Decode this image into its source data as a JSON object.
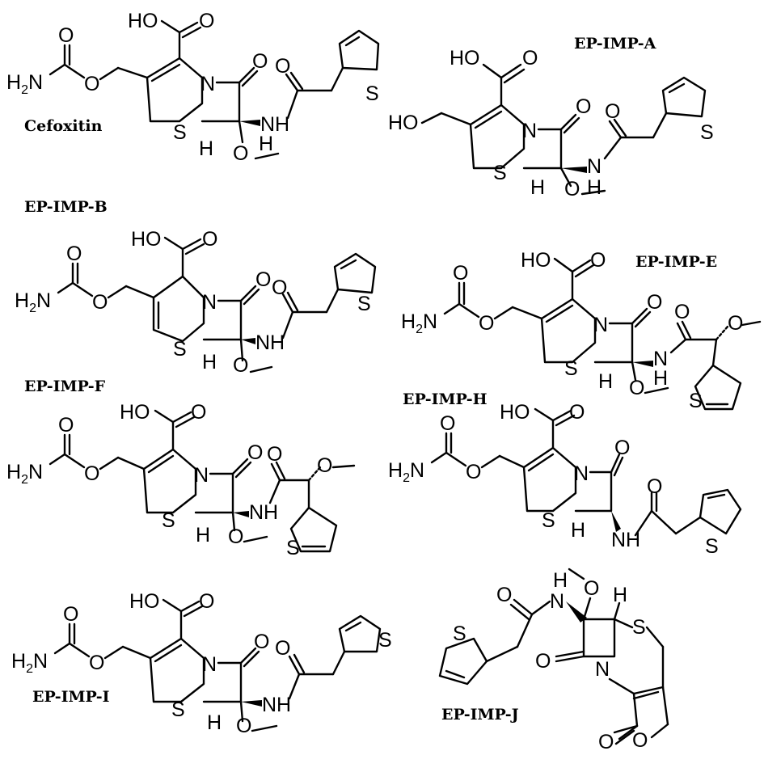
{
  "figure": {
    "labels": {
      "cefoxitin": "Cefoxitin",
      "ep_imp_a": "EP-IMP-A",
      "ep_imp_b": "EP-IMP-B",
      "ep_imp_e": "EP-IMP-E",
      "ep_imp_f": "EP-IMP-F",
      "ep_imp_h": "EP-IMP-H",
      "ep_imp_i": "EP-IMP-I",
      "ep_imp_j": "EP-IMP-J"
    },
    "atoms": {
      "hydroxyl": "HO",
      "oxygen": "O",
      "nitrogen": "N",
      "amide_nh": "NH",
      "sulfur": "S",
      "hydrogen": "H",
      "amine": "H",
      "amine_sub": "2",
      "methoxy_h": "H"
    }
  }
}
